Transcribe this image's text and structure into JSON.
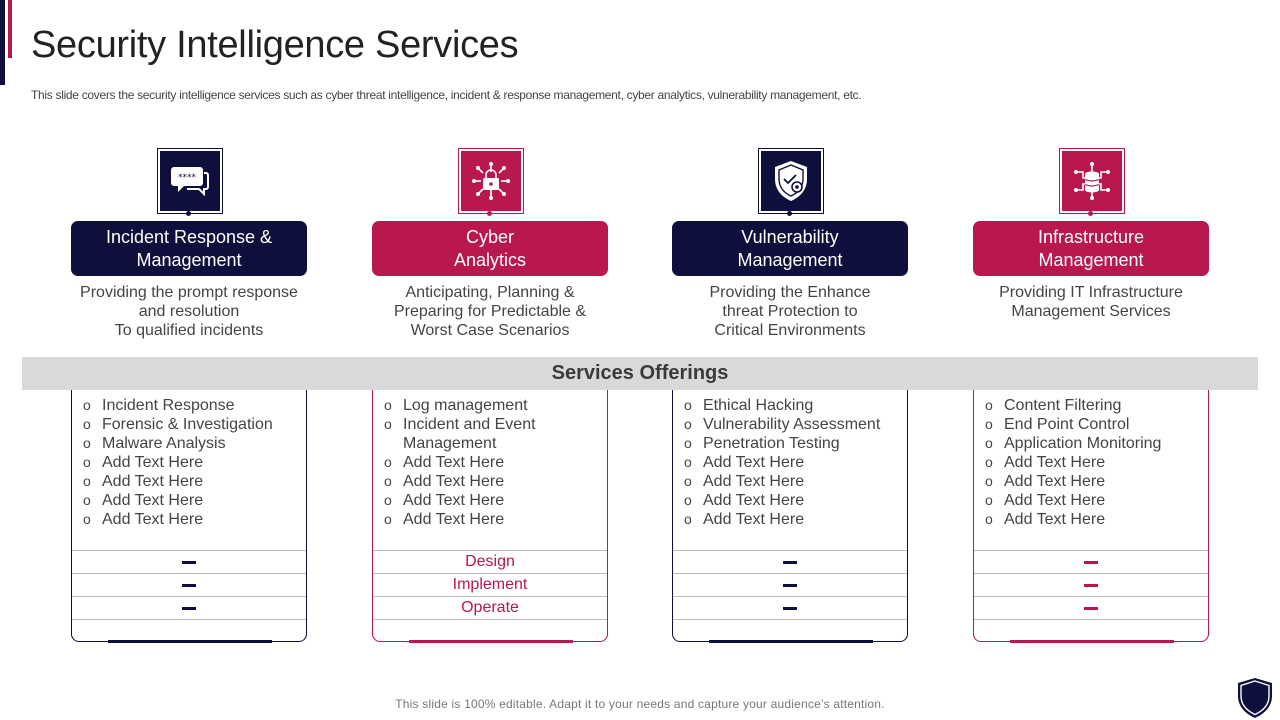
{
  "slide": {
    "title": "Security Intelligence Services",
    "subtitle": "This slide covers the security intelligence services such as cyber threat intelligence, incident & response management, cyber analytics, vulnerability management, etc.",
    "offerings_label": "Services Offerings",
    "footer": "This slide is 100% editable. Adapt it to your needs and capture your audience’s attention."
  },
  "colors": {
    "navy": "#0f0f3d",
    "pink": "#b8174f",
    "band_gray": "#d9d9d9"
  },
  "columns": [
    {
      "icon": "chat-password-icon",
      "title": "Incident Response &\nManagement",
      "description": "Providing the prompt response\nand resolution\nTo qualified incidents",
      "items": [
        "Incident Response",
        "Forensic & Investigation",
        "Malware Analysis",
        "Add Text Here",
        "Add Text Here",
        "Add Text Here",
        "Add Text Here"
      ],
      "rows": [
        "",
        "",
        ""
      ]
    },
    {
      "icon": "network-lock-icon",
      "title": "Cyber\nAnalytics",
      "description": "Anticipating, Planning &\nPreparing for Predictable &\nWorst Case Scenarios",
      "items": [
        "Log management",
        "Incident and Event Management",
        "Add Text Here",
        "Add Text Here",
        "Add Text Here",
        "Add Text Here"
      ],
      "rows": [
        "Design",
        "Implement",
        "Operate"
      ]
    },
    {
      "icon": "shield-gear-icon",
      "title": "Vulnerability\nManagement",
      "description": "Providing the Enhance\nthreat Protection to\nCritical Environments",
      "items": [
        "Ethical Hacking",
        "Vulnerability Assessment",
        "Penetration Testing",
        "Add Text Here",
        "Add Text Here",
        "Add Text Here",
        "Add Text Here"
      ],
      "rows": [
        "",
        "",
        ""
      ]
    },
    {
      "icon": "database-network-icon",
      "title": "Infrastructure\nManagement",
      "description": "Providing IT Infrastructure\nManagement Services",
      "items": [
        "Content Filtering",
        "End Point Control",
        "Application Monitoring",
        "Add Text Here",
        "Add Text Here",
        "Add Text Here",
        "Add Text Here"
      ],
      "rows": [
        "",
        "",
        ""
      ]
    }
  ]
}
